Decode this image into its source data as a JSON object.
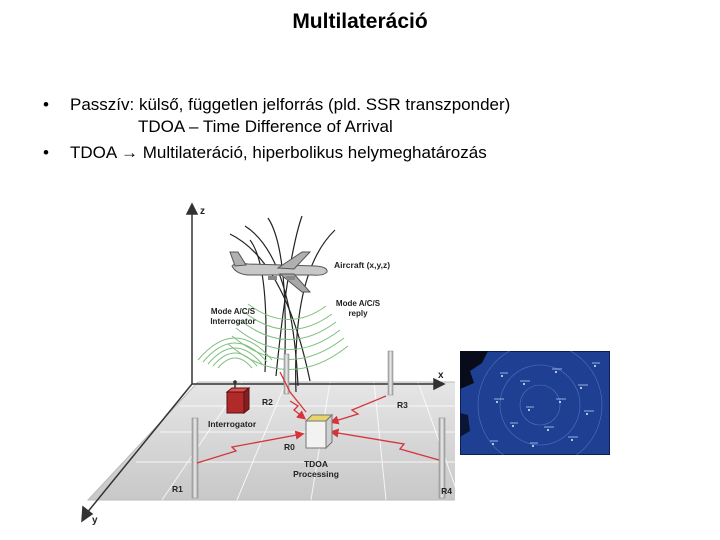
{
  "slide": {
    "title": "Multilateráció",
    "bullet_symbol": "•",
    "bullets": [
      {
        "text": "Passzív: külső, független jelforrás (pld. SSR transzponder)",
        "subtext": "TDOA – Time Difference of Arrival"
      },
      {
        "text_before": "TDOA",
        "arrow": "→",
        "text_after": "Multilateráció, hiperbolikus helymeghatározás"
      }
    ]
  },
  "diagram": {
    "axis_z": "z",
    "axis_x": "x",
    "axis_y": "y",
    "aircraft": "Aircraft (x,y,z)",
    "reply": [
      "Mode A/C/S",
      "reply"
    ],
    "interrogator_label": [
      "Mode A/C/S",
      "Interrogator"
    ],
    "interrogator": "Interrogator",
    "r0": "R0",
    "r1": "R1",
    "r2": "R2",
    "r3": "R3",
    "r4": "R4",
    "processing": [
      "TDOA",
      "Processing"
    ]
  },
  "colors": {
    "ground": "#d2d2d2",
    "signal": "#d4343a",
    "waves": "#7fbf7f",
    "radar_bg": "#1f3f93"
  }
}
